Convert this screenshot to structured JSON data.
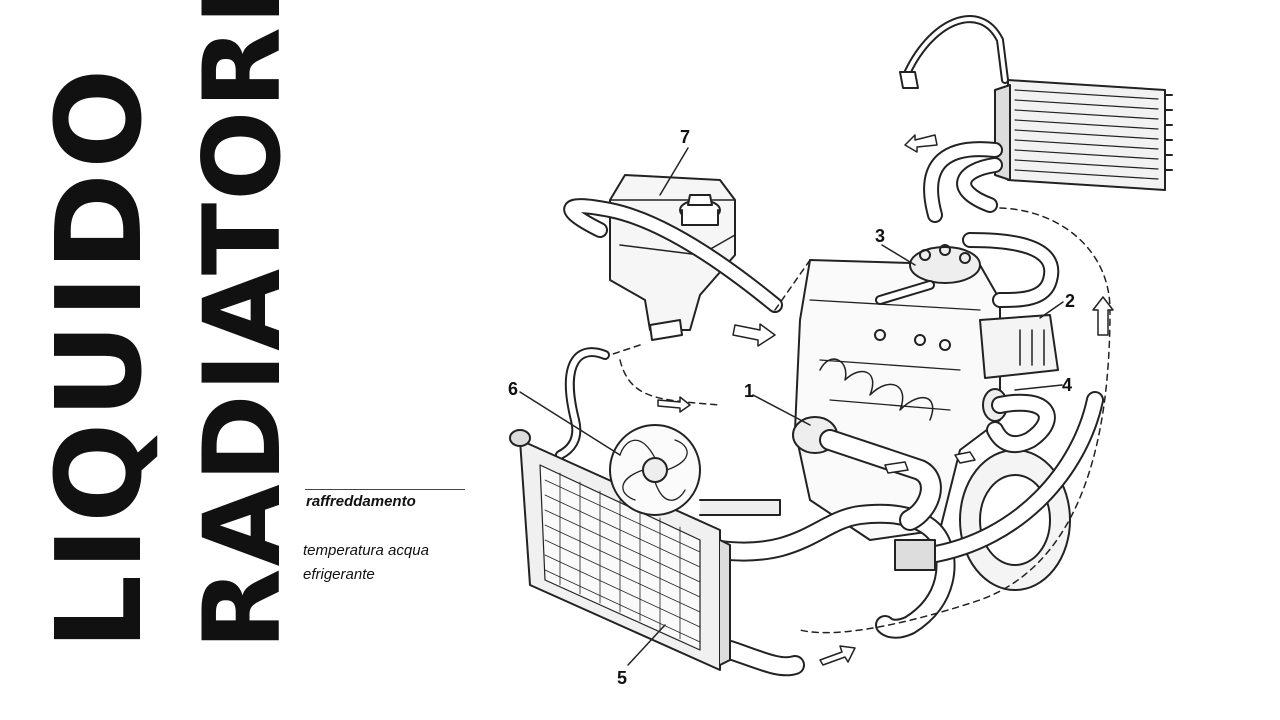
{
  "title": {
    "line1": "LIQUIDO",
    "line2": "RADIATORE"
  },
  "caption": {
    "heading": "raffreddamento",
    "line1": "temperatura acqua",
    "line2": "efrigerante"
  },
  "diagram": {
    "labels": [
      "1",
      "2",
      "3",
      "4",
      "5",
      "6",
      "7"
    ]
  }
}
